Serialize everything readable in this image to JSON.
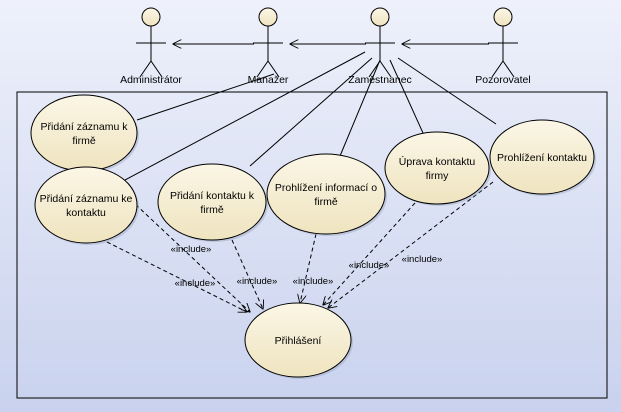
{
  "colors": {
    "usecase_fill": "#f6eed2",
    "stroke": "#000000"
  },
  "actors": [
    {
      "id": "administrator",
      "label": "Administrátor"
    },
    {
      "id": "manager",
      "label": "Manažer"
    },
    {
      "id": "employee",
      "label": "Zaměstnanec"
    },
    {
      "id": "observer",
      "label": "Pozorovatel"
    }
  ],
  "generalizations": [
    {
      "from": "manager",
      "to": "administrator"
    },
    {
      "from": "employee",
      "to": "manager"
    },
    {
      "from": "observer",
      "to": "employee"
    }
  ],
  "usecases": [
    {
      "id": "uc_add_record_company",
      "lines": [
        "Přidání záznamu k",
        "firmě"
      ]
    },
    {
      "id": "uc_add_record_contact",
      "lines": [
        "Přidání záznamu ke",
        "kontaktu"
      ]
    },
    {
      "id": "uc_add_contact_company",
      "lines": [
        "Přidání kontaktu k",
        "firmě"
      ]
    },
    {
      "id": "uc_view_company_info",
      "lines": [
        "Prohlížení informací o",
        "firmě"
      ]
    },
    {
      "id": "uc_edit_company_contact",
      "lines": [
        "Úprava kontaktu",
        "firmy"
      ]
    },
    {
      "id": "uc_view_contact",
      "lines": [
        "Prohlížení kontaktu"
      ]
    },
    {
      "id": "uc_login",
      "lines": [
        "Přihlášení"
      ]
    }
  ],
  "associations": [
    {
      "actor": "manager",
      "usecase": "uc_add_record_company"
    },
    {
      "actor": "employee",
      "usecase": "uc_add_record_contact"
    },
    {
      "actor": "employee",
      "usecase": "uc_add_contact_company"
    },
    {
      "actor": "employee",
      "usecase": "uc_view_company_info"
    },
    {
      "actor": "employee",
      "usecase": "uc_edit_company_contact"
    },
    {
      "actor": "employee",
      "usecase": "uc_view_contact"
    }
  ],
  "includes": [
    {
      "from": "uc_add_record_company",
      "to": "uc_login",
      "label": "«include»"
    },
    {
      "from": "uc_add_record_contact",
      "to": "uc_login",
      "label": "«include»"
    },
    {
      "from": "uc_add_contact_company",
      "to": "uc_login",
      "label": "«include»"
    },
    {
      "from": "uc_view_company_info",
      "to": "uc_login",
      "label": "«include»"
    },
    {
      "from": "uc_edit_company_contact",
      "to": "uc_login",
      "label": "«include»"
    },
    {
      "from": "uc_view_contact",
      "to": "uc_login",
      "label": "«include»"
    }
  ]
}
